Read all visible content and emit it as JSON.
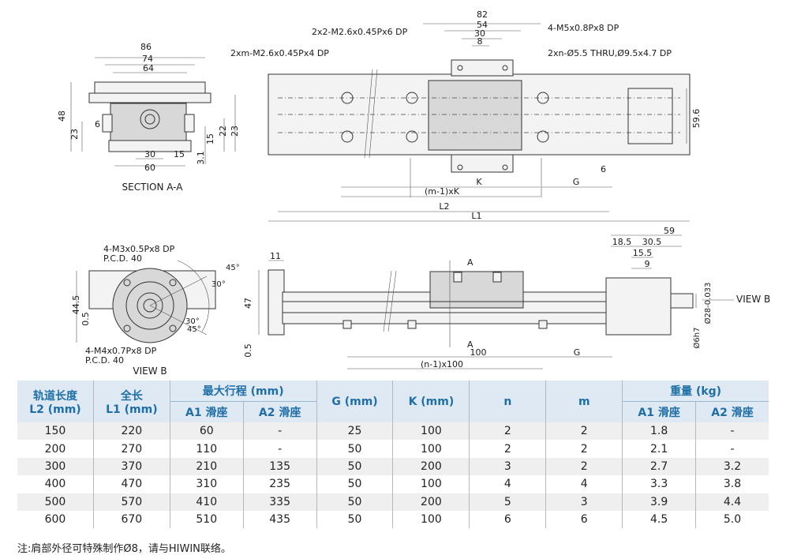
{
  "drawing": {
    "section": {
      "caption": "SECTION A-A",
      "dims": [
        "86",
        "74",
        "64",
        "48",
        "6",
        "23",
        "30",
        "15",
        "60",
        "15",
        "22",
        "23",
        "3.1"
      ]
    },
    "top": {
      "callouts": [
        "2x2-M2.6x0.45Px6 DP",
        "4-M5x0.8Px8 DP",
        "2xm-M2.6x0.45Px4 DP",
        "2xn-Ø5.5 THRU,Ø9.5x4.7 DP"
      ],
      "dims": [
        "82",
        "54",
        "30",
        "8",
        "59.6",
        "6",
        "K",
        "G",
        "(m-1)xK",
        "L2",
        "L1"
      ]
    },
    "viewb": {
      "caption": "VIEW B",
      "callouts": [
        "4-M3x0.5Px8 DP",
        "P.C.D. 40",
        "4-M4x0.7Px8 DP",
        "P.C.D. 40"
      ],
      "dims": [
        "44.5",
        "0.5",
        "45°",
        "30°",
        "30°",
        "45°"
      ]
    },
    "side": {
      "dims": [
        "11",
        "47",
        "0.5",
        "A",
        "A",
        "100",
        "G",
        "(n-1)x100",
        "59",
        "18.5",
        "30.5",
        "15.5",
        "9",
        "Ø28-0.033",
        "Ø6h7"
      ],
      "view_label": "VIEW B"
    }
  },
  "table": {
    "headers": {
      "rail_len": "轨道长度",
      "rail_len_unit": "L2 (mm)",
      "total_len": "全长",
      "total_len_unit": "L1 (mm)",
      "max_stroke": "最大行程 (mm)",
      "a1": "A1 滑座",
      "a2": "A2 滑座",
      "g": "G (mm)",
      "k": "K (mm)",
      "n": "n",
      "m": "m",
      "weight": "重量 (kg)",
      "w_a1": "A1 滑座",
      "w_a2": "A2 滑座"
    },
    "rows": [
      [
        "150",
        "220",
        "60",
        "-",
        "25",
        "100",
        "2",
        "2",
        "1.8",
        "-"
      ],
      [
        "200",
        "270",
        "110",
        "-",
        "50",
        "100",
        "2",
        "2",
        "2.1",
        "-"
      ],
      [
        "300",
        "370",
        "210",
        "135",
        "50",
        "200",
        "3",
        "2",
        "2.7",
        "3.2"
      ],
      [
        "400",
        "470",
        "310",
        "235",
        "50",
        "100",
        "4",
        "4",
        "3.3",
        "3.8"
      ],
      [
        "500",
        "570",
        "410",
        "335",
        "50",
        "200",
        "5",
        "3",
        "3.9",
        "4.4"
      ],
      [
        "600",
        "670",
        "510",
        "435",
        "50",
        "100",
        "6",
        "6",
        "4.5",
        "5.0"
      ]
    ]
  },
  "note": "注:肩部外径可特殊制作Ø8，请与HIWIN联络。"
}
